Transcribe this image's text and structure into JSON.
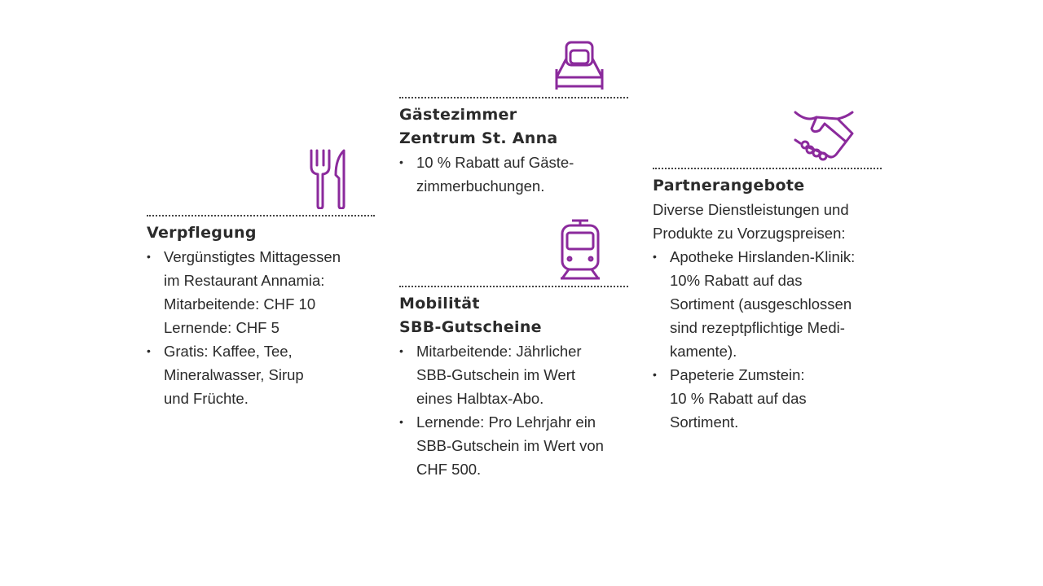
{
  "accent": "#8b2a9c",
  "verpflegung": {
    "title": "Verpflegung",
    "items": [
      "Vergünstigtes Mittagessen im Restaurant Annamia: Mitarbeitende: CHF 10 Lernende: CHF 5",
      "Gratis: Kaffee, Tee, Mineralwasser, Sirup und Früchte."
    ],
    "icon": "cutlery-icon"
  },
  "gaestezimmer": {
    "title1": "Gästezimmer",
    "title2": "Zentrum St. Anna",
    "items": [
      "10 % Rabatt auf Gäste-zimmerbuchungen."
    ],
    "icon": "bed-icon"
  },
  "mobilitaet": {
    "title1": "Mobilität",
    "title2": "SBB-Gutscheine",
    "items": [
      "Mitarbeitende: Jährlicher SBB-Gutschein im Wert eines Halbtax-Abo.",
      "Lernende: Pro Lehrjahr ein SBB-Gutschein im Wert von CHF 500."
    ],
    "icon": "tram-icon"
  },
  "partner": {
    "title": "Partnerangebote",
    "intro": "Diverse Dienstleistungen und Produkte zu Vorzugspreisen:",
    "items": [
      "Apotheke Hirslanden-Klinik: 10% Rabatt auf das Sortiment (ausgeschlossen sind rezeptpflichtige Medi-kamente).",
      "Papeterie Zumstein: 10 % Rabatt auf das Sortiment."
    ],
    "icon": "handshake-icon"
  }
}
